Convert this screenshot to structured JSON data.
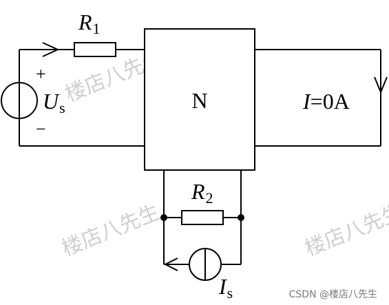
{
  "circuit": {
    "network_label": "N",
    "r1": {
      "symbol": "R",
      "sub": "1"
    },
    "r2": {
      "symbol": "R",
      "sub": "2"
    },
    "us": {
      "symbol": "U",
      "sub": "s"
    },
    "is": {
      "symbol": "I",
      "sub": "s"
    },
    "plus_sign": "+",
    "minus_sign": "−",
    "current_label": {
      "symbol": "I",
      "rest": "=0A"
    }
  },
  "watermark": {
    "text": "楼店八先生",
    "credit": "CSDN @楼店八先生"
  }
}
